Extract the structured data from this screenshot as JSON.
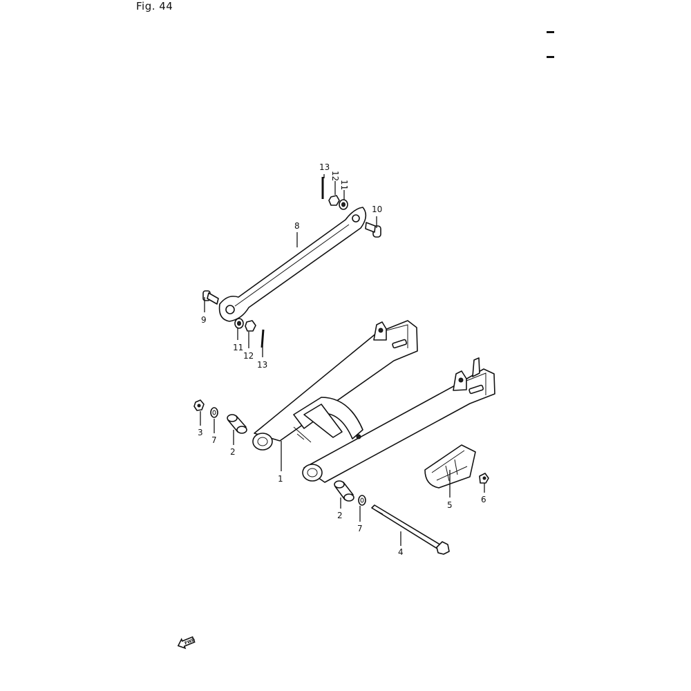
{
  "figure": {
    "title": "Fig. 44",
    "callouts": [
      {
        "id": "c1",
        "label": "1"
      },
      {
        "id": "c2a",
        "label": "2"
      },
      {
        "id": "c2b",
        "label": "2"
      },
      {
        "id": "c3",
        "label": "3"
      },
      {
        "id": "c4",
        "label": "4"
      },
      {
        "id": "c5",
        "label": "5"
      },
      {
        "id": "c6",
        "label": "6"
      },
      {
        "id": "c7a",
        "label": "7"
      },
      {
        "id": "c7b",
        "label": "7"
      },
      {
        "id": "c8",
        "label": "8"
      },
      {
        "id": "c9",
        "label": "9"
      },
      {
        "id": "c10",
        "label": "10"
      },
      {
        "id": "c11a",
        "label": "11"
      },
      {
        "id": "c11b",
        "label": "11"
      },
      {
        "id": "c12a",
        "label": "12"
      },
      {
        "id": "c12b",
        "label": "12"
      },
      {
        "id": "c13a",
        "label": "13"
      },
      {
        "id": "c13b",
        "label": "13"
      }
    ],
    "fwd_label": "FWD"
  }
}
